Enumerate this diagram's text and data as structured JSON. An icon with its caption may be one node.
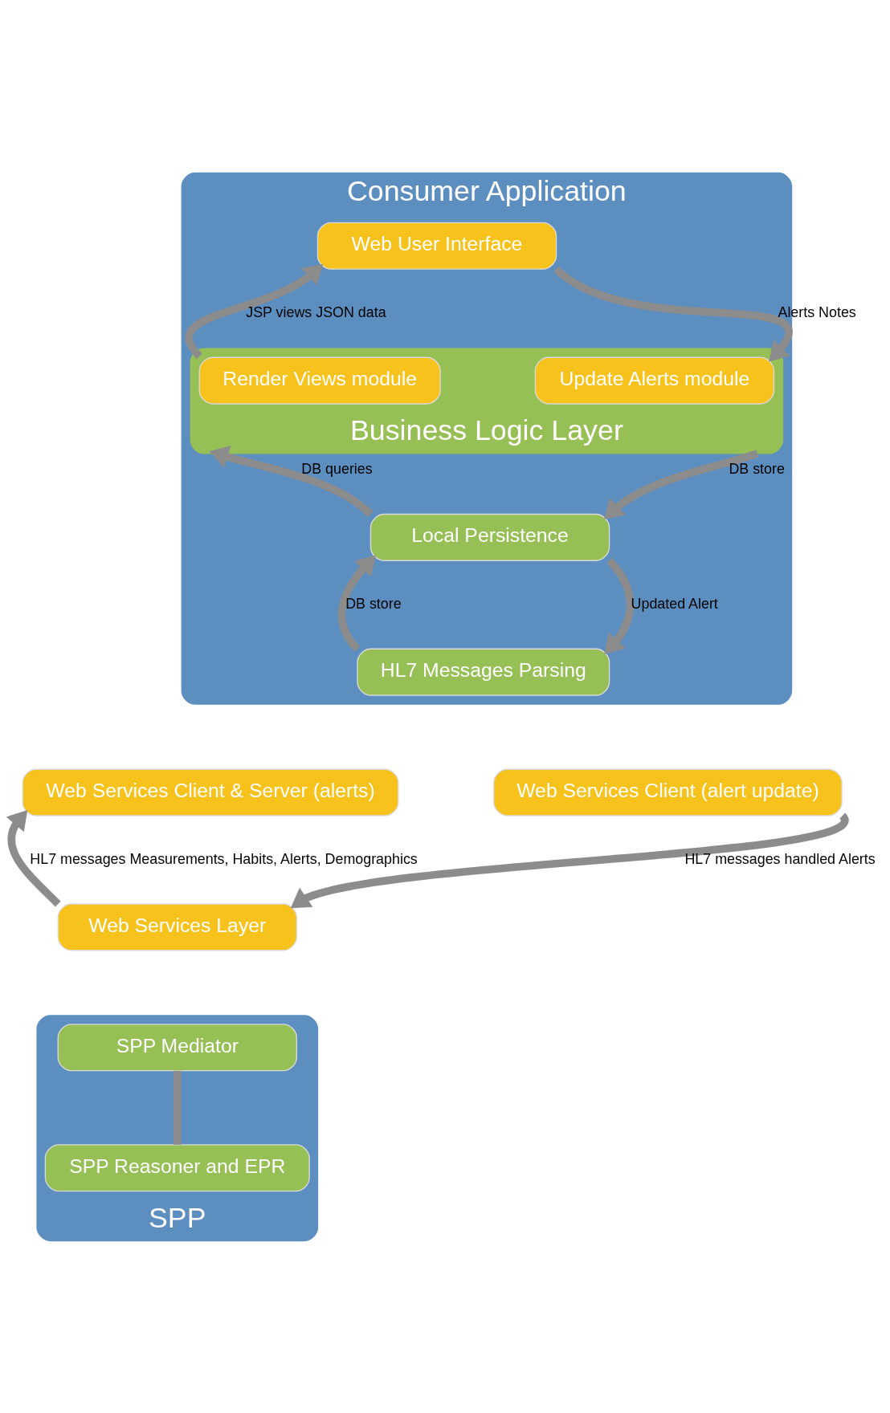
{
  "diagram": {
    "nodes": [
      {
        "text": [
          "Consumer Application"
        ]
      },
      {
        "text": [
          "Web User Interface"
        ],
        "in": 0
      },
      {
        "text": [
          "Business Logic Layer"
        ],
        "in": 0
      },
      {
        "text": [
          "Render Views module"
        ],
        "in": 2
      },
      {
        "text": [
          "Update Alerts module"
        ],
        "in": 2
      },
      {
        "text": [
          "Local Persistence"
        ],
        "in": 0
      },
      {
        "text": [
          "HL7 Messages Parsing"
        ],
        "in": 0
      },
      {
        "text": [
          "Web Services Client & Server (alerts)"
        ]
      },
      {
        "text": [
          "Web Services Client (alert update)"
        ]
      },
      {
        "text": [
          "SPP"
        ]
      },
      {
        "text": [
          "Web Services Layer"
        ]
      },
      {
        "text": [
          "SPP Mediator"
        ],
        "in": 9
      },
      {
        "text": [
          "SPP Reasoner and EPR"
        ],
        "in": 9
      }
    ],
    "edges": [
      {
        "from": 3,
        "to": 1,
        "arrow": "to",
        "label": "JSP views JSON data"
      },
      {
        "from": 1,
        "to": 4,
        "arrow": "to",
        "label": "Alerts Notes"
      },
      {
        "from": 5,
        "to": 2,
        "arrow": "to",
        "label": "DB queries"
      },
      {
        "from": 2,
        "to": 5,
        "arrow": "to",
        "label": "DB store"
      },
      {
        "from": 6,
        "to": 5,
        "arrow": "to",
        "label": "DB store"
      },
      {
        "from": 5,
        "to": 6,
        "arrow": "to",
        "label": "Updated Alert"
      },
      {
        "from": 10,
        "to": 7,
        "arrow": "to",
        "label": "HL7 messages Measurements, Habits, Alerts, Demographics"
      },
      {
        "from": 8,
        "to": 10,
        "arrow": "to",
        "label": "HL7 messages handled Alerts"
      },
      {
        "from": 11,
        "to": 12,
        "arrow": "none"
      }
    ]
  }
}
